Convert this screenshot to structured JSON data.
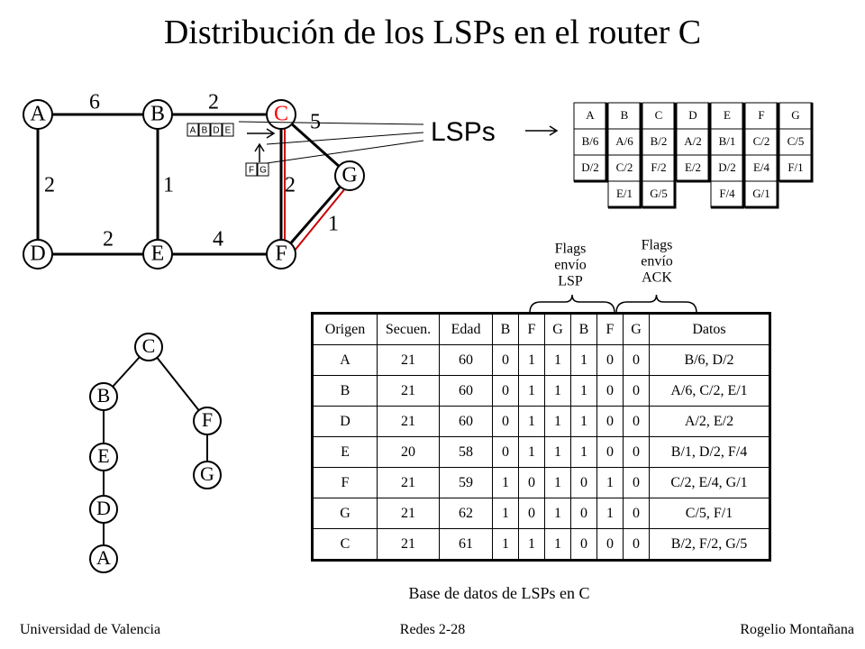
{
  "title": "Distribución de los LSPs en el router C",
  "network": {
    "nodes": [
      "A",
      "B",
      "C",
      "D",
      "E",
      "F",
      "G"
    ],
    "links": [
      {
        "from": "A",
        "to": "B",
        "cost": "6"
      },
      {
        "from": "B",
        "to": "C",
        "cost": "2"
      },
      {
        "from": "A",
        "to": "D",
        "cost": "2"
      },
      {
        "from": "B",
        "to": "E",
        "cost": "1"
      },
      {
        "from": "C",
        "to": "F",
        "cost": "2"
      },
      {
        "from": "D",
        "to": "E",
        "cost": "2"
      },
      {
        "from": "E",
        "to": "F",
        "cost": "4"
      },
      {
        "from": "C",
        "to": "G",
        "cost": "5"
      },
      {
        "from": "F",
        "to": "G",
        "cost": "1"
      }
    ],
    "highlight_node": "C",
    "highlight_color": "#ff0000",
    "highlight_link_color": "#cc0000",
    "lsp_stack_bc": [
      "A",
      "B",
      "D",
      "E"
    ],
    "lsp_stack_fc": [
      "F",
      "G"
    ]
  },
  "lsps_label": "LSPs",
  "lsp_packets": [
    {
      "source": "A",
      "entries": [
        "B/6",
        "D/2"
      ]
    },
    {
      "source": "B",
      "entries": [
        "A/6",
        "C/2",
        "E/1"
      ]
    },
    {
      "source": "C",
      "entries": [
        "B/2",
        "F/2",
        "G/5"
      ]
    },
    {
      "source": "D",
      "entries": [
        "A/2",
        "E/2"
      ]
    },
    {
      "source": "E",
      "entries": [
        "B/1",
        "D/2",
        "F/4"
      ]
    },
    {
      "source": "F",
      "entries": [
        "C/2",
        "E/4",
        "G/1"
      ]
    },
    {
      "source": "G",
      "entries": [
        "C/5",
        "F/1"
      ]
    }
  ],
  "tree": {
    "nodes": [
      "C",
      "B",
      "E",
      "D",
      "A",
      "F",
      "G"
    ]
  },
  "flags_lsp_label": [
    "Flags",
    "envío",
    "LSP"
  ],
  "flags_ack_label": [
    "Flags",
    "envío",
    "ACK"
  ],
  "table": {
    "headers": [
      "Origen",
      "Secuen.",
      "Edad",
      "B",
      "F",
      "G",
      "B",
      "F",
      "G",
      "Datos"
    ],
    "rows": [
      [
        "A",
        "21",
        "60",
        "0",
        "1",
        "1",
        "1",
        "0",
        "0",
        "B/6, D/2"
      ],
      [
        "B",
        "21",
        "60",
        "0",
        "1",
        "1",
        "1",
        "0",
        "0",
        "A/6, C/2, E/1"
      ],
      [
        "D",
        "21",
        "60",
        "0",
        "1",
        "1",
        "1",
        "0",
        "0",
        "A/2, E/2"
      ],
      [
        "E",
        "20",
        "58",
        "0",
        "1",
        "1",
        "1",
        "0",
        "0",
        "B/1, D/2, F/4"
      ],
      [
        "F",
        "21",
        "59",
        "1",
        "0",
        "1",
        "0",
        "1",
        "0",
        "C/2, E/4, G/1"
      ],
      [
        "G",
        "21",
        "62",
        "1",
        "0",
        "1",
        "0",
        "1",
        "0",
        "C/5, F/1"
      ],
      [
        "C",
        "21",
        "61",
        "1",
        "1",
        "1",
        "0",
        "0",
        "0",
        "B/2, F/2, G/5"
      ]
    ]
  },
  "caption": "Base de datos de LSPs en C",
  "footer": {
    "left": "Universidad de Valencia",
    "center": "Redes 2-28",
    "right": "Rogelio Montañana"
  }
}
